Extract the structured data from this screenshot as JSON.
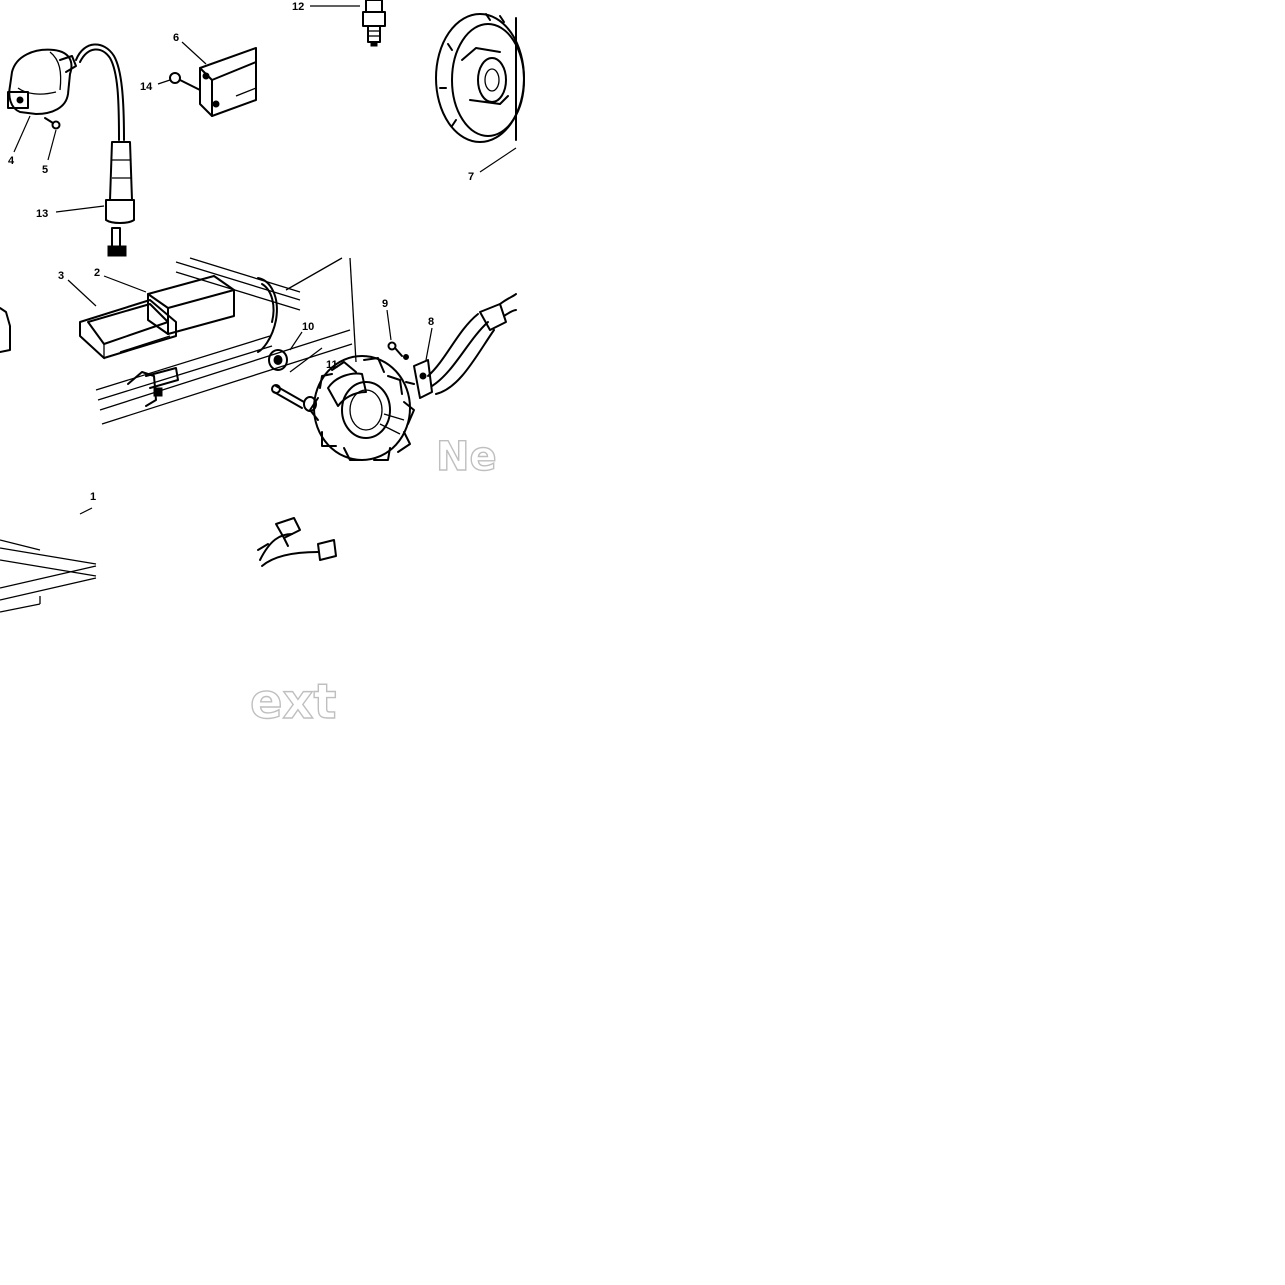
{
  "diagram": {
    "callouts": [
      "12",
      "6",
      "14",
      "4",
      "5",
      "13",
      "7",
      "3",
      "2",
      "9",
      "8",
      "10",
      "11",
      "1"
    ]
  },
  "watermark": {
    "fragment_right": "Ne",
    "fragment_bottom": "ext"
  }
}
